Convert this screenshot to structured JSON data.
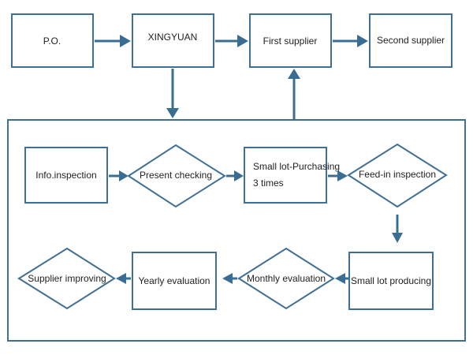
{
  "diagram": {
    "nodes": {
      "po": "P.O.",
      "xingyuan": "XINGYUAN",
      "first_supplier": "First supplier",
      "second_supplier": "Second supplier",
      "info_inspection": "Info.inspection",
      "present_checking": "Present checking",
      "small_lot_purchasing": [
        "Small lot-Purchasing",
        "3 times"
      ],
      "feed_in_inspection": "Feed-in inspection",
      "small_lot_producing": "Small lot producing",
      "monthly_evaluation": "Monthly evaluation",
      "yearly_evaluation": "Yearly evaluation",
      "supplier_improving": "Supplier improving"
    },
    "colors": {
      "connector": "#3a6d94",
      "border": "#3f6f93"
    }
  }
}
